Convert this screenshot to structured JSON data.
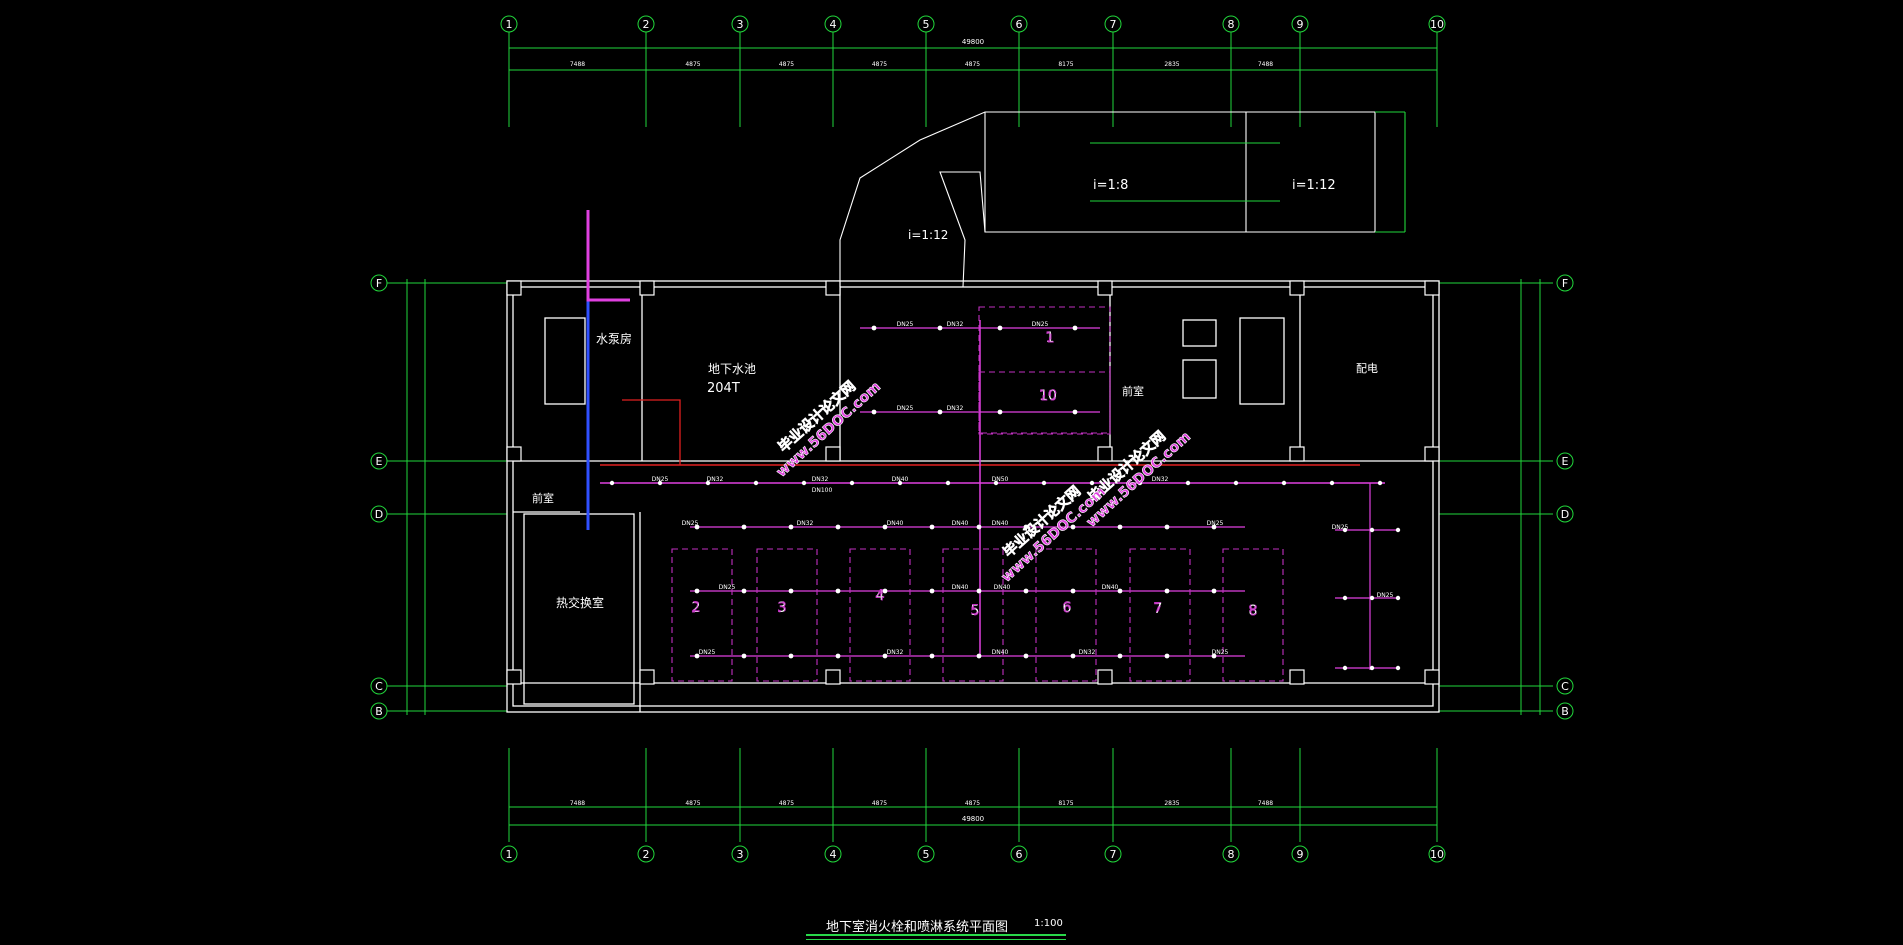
{
  "drawing": {
    "title": "地下室消火栓和喷淋系统平面图",
    "scale": "1:100",
    "total_dim": "49800",
    "axes_h": [
      "1",
      "2",
      "3",
      "4",
      "5",
      "6",
      "7",
      "8",
      "9",
      "10"
    ],
    "axes_v": [
      "F",
      "E",
      "D",
      "C",
      "B"
    ],
    "span_dims": [
      "7488",
      "4875",
      "4875",
      "4875",
      "4875",
      "8175",
      "2835",
      "7488"
    ],
    "rooms": {
      "pump_room": "水泵房",
      "pool": "地下水池",
      "pool_volume": "204T",
      "vestibule_left": "前室",
      "vestibule_right": "前室",
      "heat_exchange": "热交换室",
      "power": "配电"
    },
    "ramp": {
      "slope_upper": "i=1:8",
      "slope_right": "i=1:12",
      "slope_left": "i=1:12"
    },
    "parking_numbers": [
      "1",
      "10",
      "2",
      "3",
      "4",
      "5",
      "6",
      "7",
      "8"
    ],
    "pipe_sizes": [
      "DN25",
      "DN32",
      "DN40",
      "DN50",
      "DN100"
    ],
    "watermark": "毕业设计论文网 www.56DOC.com",
    "colors": {
      "axis": "#21d63b",
      "wall": "#ffffff",
      "pipe_magenta": "#e040e0",
      "pipe_red": "#e02020",
      "pipe_blue": "#3050ff",
      "text": "#ffffff"
    }
  }
}
